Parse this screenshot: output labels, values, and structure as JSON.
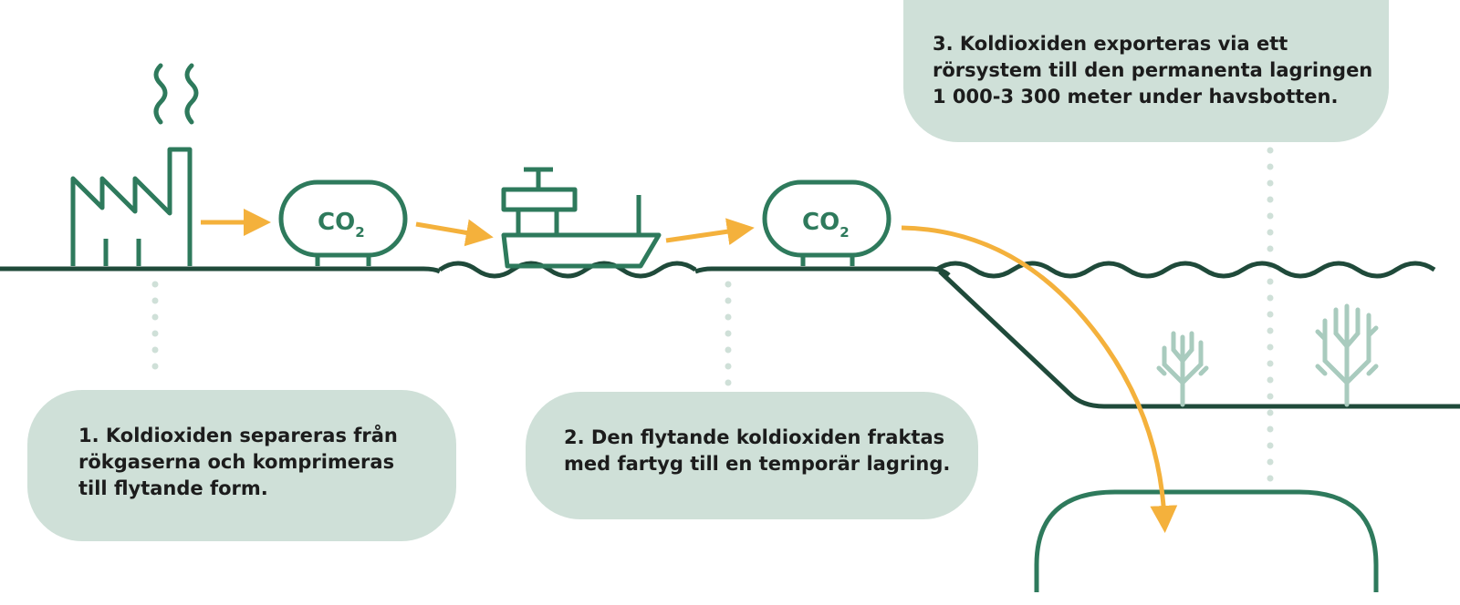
{
  "colors": {
    "ground": "#1f4a3a",
    "icon_green": "#2e7a5c",
    "arrow": "#f4b13c",
    "callout_bg": "#cfe0d8",
    "dots": "#cfe0d8",
    "plant": "#a9cbbe"
  },
  "icons": [
    "factory-icon",
    "smoke-icon",
    "co2-tank-icon",
    "ship-icon",
    "co2-tank-icon",
    "seaweed-icon",
    "storage-dome-icon"
  ],
  "tank_1": {
    "label": "CO",
    "subscript": "2"
  },
  "tank_2": {
    "label": "CO",
    "subscript": "2"
  },
  "steps": [
    {
      "text": "1. Koldioxiden separeras från\nrökgaserna och komprimeras\ntill flytande form."
    },
    {
      "text": "2. Den flytande koldioxiden fraktas\nmed fartyg till en temporär lagring."
    },
    {
      "text": "3. Koldioxiden exporteras via ett\nrörsystem till den permanenta lagringen\n1 000-3 300 meter under havsbotten."
    }
  ]
}
